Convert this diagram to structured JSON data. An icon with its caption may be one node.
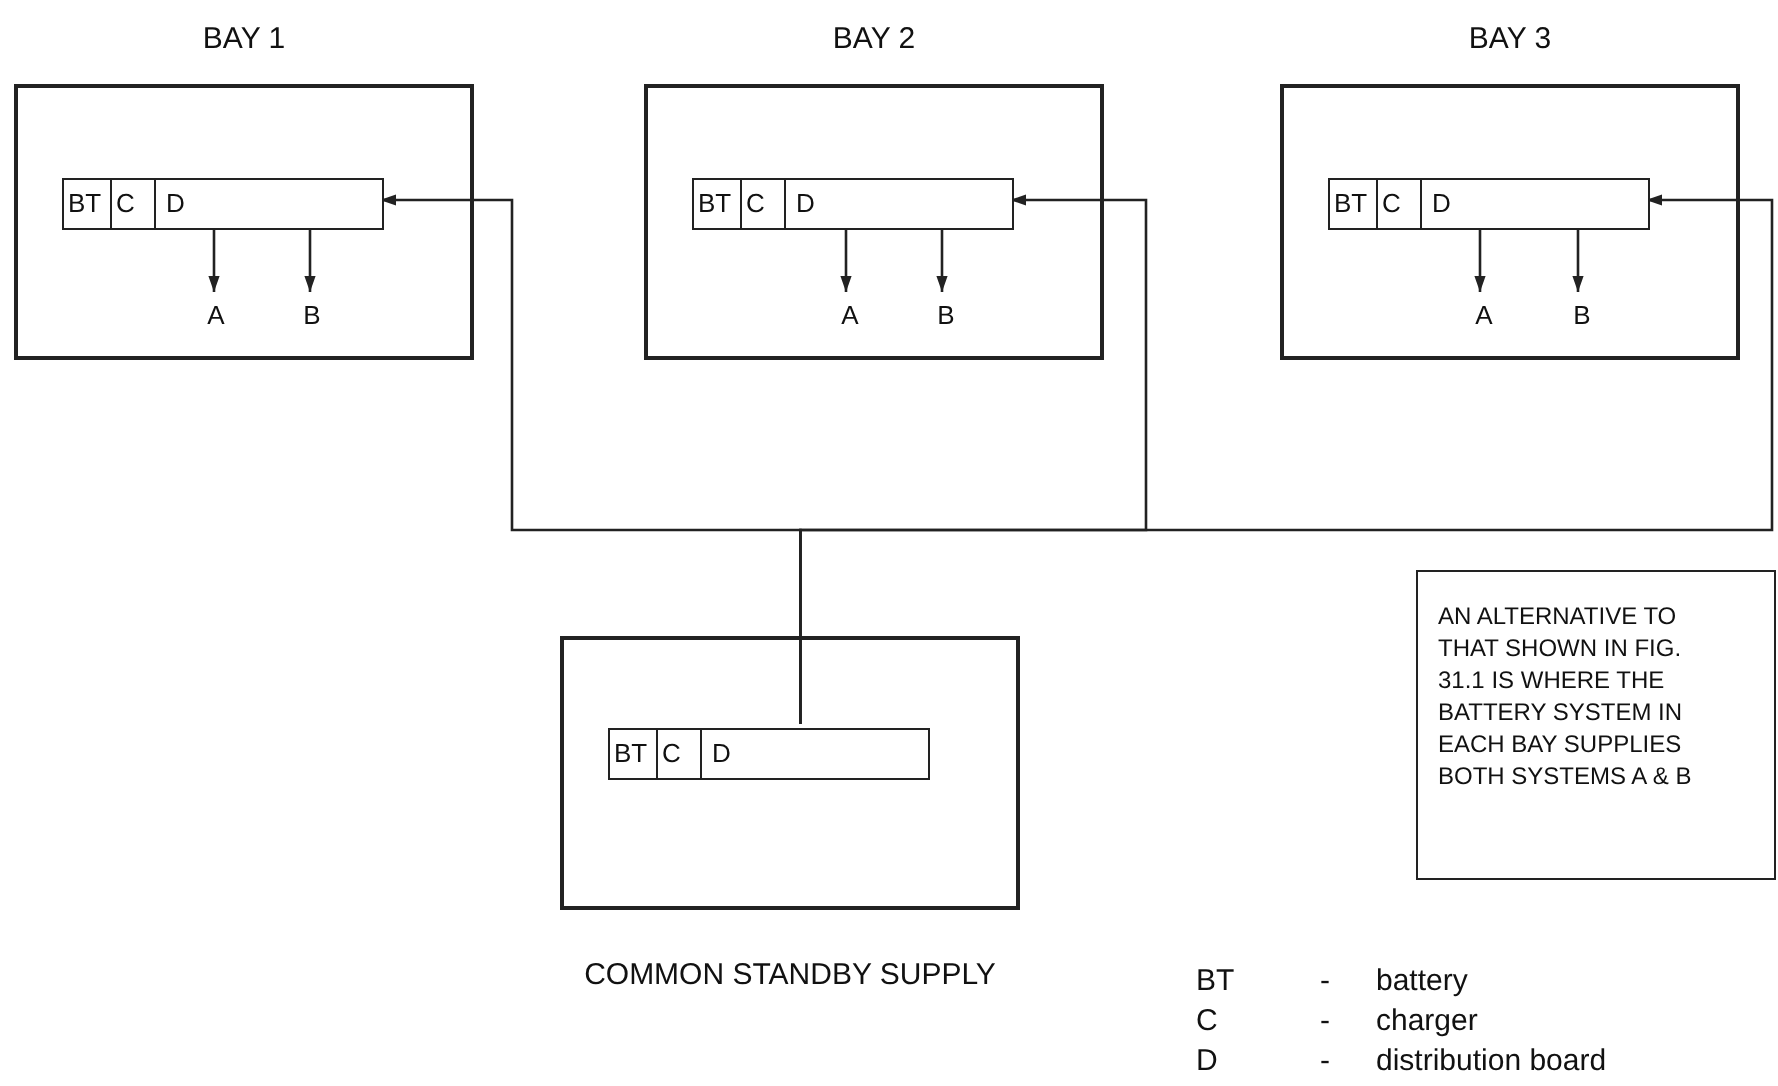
{
  "diagram": {
    "nodes": [
      {
        "text": [
          "BAY 1"
        ]
      },
      {
        "text": [
          "BT",
          "C",
          "D"
        ],
        "in": 0
      },
      {
        "text": [
          "A"
        ],
        "in": 0
      },
      {
        "text": [
          "B"
        ],
        "in": 0
      },
      {
        "text": [
          "BAY 2"
        ]
      },
      {
        "text": [
          "BT",
          "C",
          "D"
        ],
        "in": 4
      },
      {
        "text": [
          "A"
        ],
        "in": 4
      },
      {
        "text": [
          "B"
        ],
        "in": 4
      },
      {
        "text": [
          "BAY 3"
        ]
      },
      {
        "text": [
          "BT",
          "C",
          "D"
        ],
        "in": 8
      },
      {
        "text": [
          "A"
        ],
        "in": 8
      },
      {
        "text": [
          "B"
        ],
        "in": 8
      },
      {
        "text": [
          "COMMON STANDBY SUPPLY"
        ]
      },
      {
        "text": [
          "BT",
          "C",
          "D"
        ],
        "in": 12
      },
      {
        "text": [
          "AN ALTERNATIVE TO THAT SHOWN IN FIG. 31.1 IS WHERE THE BATTERY SYSTEM IN EACH BAY SUPPLIES BOTH SYSTEMS A & B"
        ]
      }
    ],
    "edges": [
      {
        "from": 1,
        "to": 2,
        "arrow": "to"
      },
      {
        "from": 1,
        "to": 3,
        "arrow": "to"
      },
      {
        "from": 5,
        "to": 6,
        "arrow": "to"
      },
      {
        "from": 5,
        "to": 7,
        "arrow": "to"
      },
      {
        "from": 9,
        "to": 10,
        "arrow": "to"
      },
      {
        "from": 9,
        "to": 11,
        "arrow": "to"
      },
      {
        "from": 13,
        "to": 1,
        "arrow": "to"
      },
      {
        "from": 13,
        "to": 5,
        "arrow": "to"
      },
      {
        "from": 13,
        "to": 9,
        "arrow": "to"
      }
    ],
    "labels": [
      "BT",
      "-",
      "battery",
      "C",
      "-",
      "charger",
      "D",
      "-",
      "distribution board"
    ]
  }
}
